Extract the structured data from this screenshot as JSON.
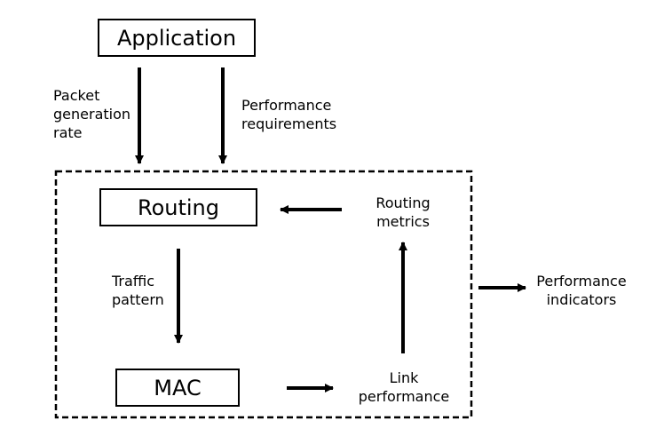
{
  "nodes": {
    "application": "Application",
    "routing": "Routing",
    "mac": "MAC"
  },
  "labels": {
    "packet_generation_rate": [
      "Packet",
      "generation",
      "rate"
    ],
    "performance_requirements": [
      "Performance",
      "requirements"
    ],
    "routing_metrics": [
      "Routing",
      "metrics"
    ],
    "traffic_pattern": [
      "Traffic",
      "pattern"
    ],
    "link_performance": [
      "Link",
      "performance"
    ],
    "performance_indicators": [
      "Performance",
      "indicators"
    ]
  }
}
